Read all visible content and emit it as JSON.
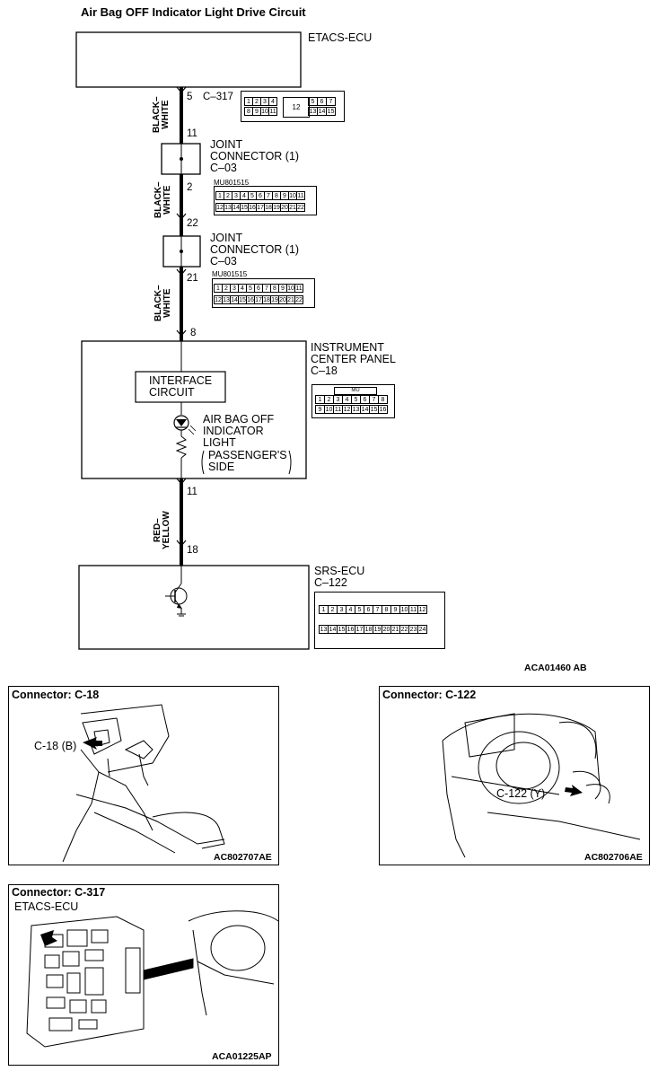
{
  "title": "Air Bag OFF Indicator Light Drive Circuit",
  "etacs": {
    "label": "ETACS-ECU",
    "pin": "5",
    "connector": "C–317",
    "pins_top": [
      "1",
      "2",
      "3",
      "4",
      "5",
      "6",
      "7"
    ],
    "pins_mid": "12",
    "pins_bottom": [
      "8",
      "9",
      "10",
      "11",
      "13",
      "14",
      "15"
    ]
  },
  "wire1": {
    "color_a": "BLACK–",
    "color_b": "WHITE",
    "pin_bottom": "11"
  },
  "joint1": {
    "line1": "JOINT",
    "line2": "CONNECTOR (1)",
    "connector": "C–03",
    "part": "MU801515",
    "pin_bottom": "2"
  },
  "wire2": {
    "color_a": "BLACK–",
    "color_b": "WHITE",
    "pin_bottom": "22"
  },
  "joint2": {
    "line1": "JOINT",
    "line2": "CONNECTOR (1)",
    "connector": "C–03",
    "part": "MU801515",
    "pin_top": "21"
  },
  "wire3": {
    "color_a": "BLACK–",
    "color_b": "WHITE",
    "pin_bottom": "8"
  },
  "joint_pins_top": [
    "1",
    "2",
    "3",
    "4",
    "5",
    "6",
    "7",
    "8",
    "9",
    "10",
    "11"
  ],
  "joint_pins_bottom": [
    "12",
    "13",
    "14",
    "15",
    "16",
    "17",
    "18",
    "19",
    "20",
    "21",
    "22"
  ],
  "icp": {
    "line1": "INSTRUMENT",
    "line2": "CENTER PANEL",
    "connector": "C–18",
    "tag": "MU",
    "pins_top": [
      "1",
      "2",
      "3",
      "4",
      "5",
      "6",
      "7",
      "8"
    ],
    "pins_bottom": [
      "9",
      "10",
      "11",
      "12",
      "13",
      "14",
      "15",
      "16"
    ]
  },
  "interface": {
    "line1": "INTERFACE",
    "line2": "CIRCUIT"
  },
  "indicator": {
    "line1": "AIR BAG OFF",
    "line2": "INDICATOR",
    "line3": "LIGHT",
    "line4": "PASSENGER'S",
    "line5": "SIDE"
  },
  "wire4": {
    "pin_top": "11",
    "color_a": "RED–",
    "color_b": "YELLOW",
    "pin_bottom": "18"
  },
  "srs": {
    "label": "SRS-ECU",
    "connector": "C–122",
    "pins_top": [
      "1",
      "2",
      "3",
      "4",
      "5",
      "6",
      "7",
      "8",
      "9",
      "10",
      "11",
      "12"
    ],
    "pins_bottom": [
      "13",
      "14",
      "15",
      "16",
      "17",
      "18",
      "19",
      "20",
      "21",
      "22",
      "23",
      "24"
    ]
  },
  "diagram_code": "ACA01460 AB",
  "panels": {
    "c18": {
      "title": "Connector: C-18",
      "callout": "C-18 (B)",
      "code": "AC802707AE"
    },
    "c122": {
      "title": "Connector: C-122",
      "callout": "C-122 (Y)",
      "code": "AC802706AE"
    },
    "c317": {
      "title": "Connector: C-317",
      "subtitle": "ETACS-ECU",
      "code": "ACA01225AP"
    }
  }
}
